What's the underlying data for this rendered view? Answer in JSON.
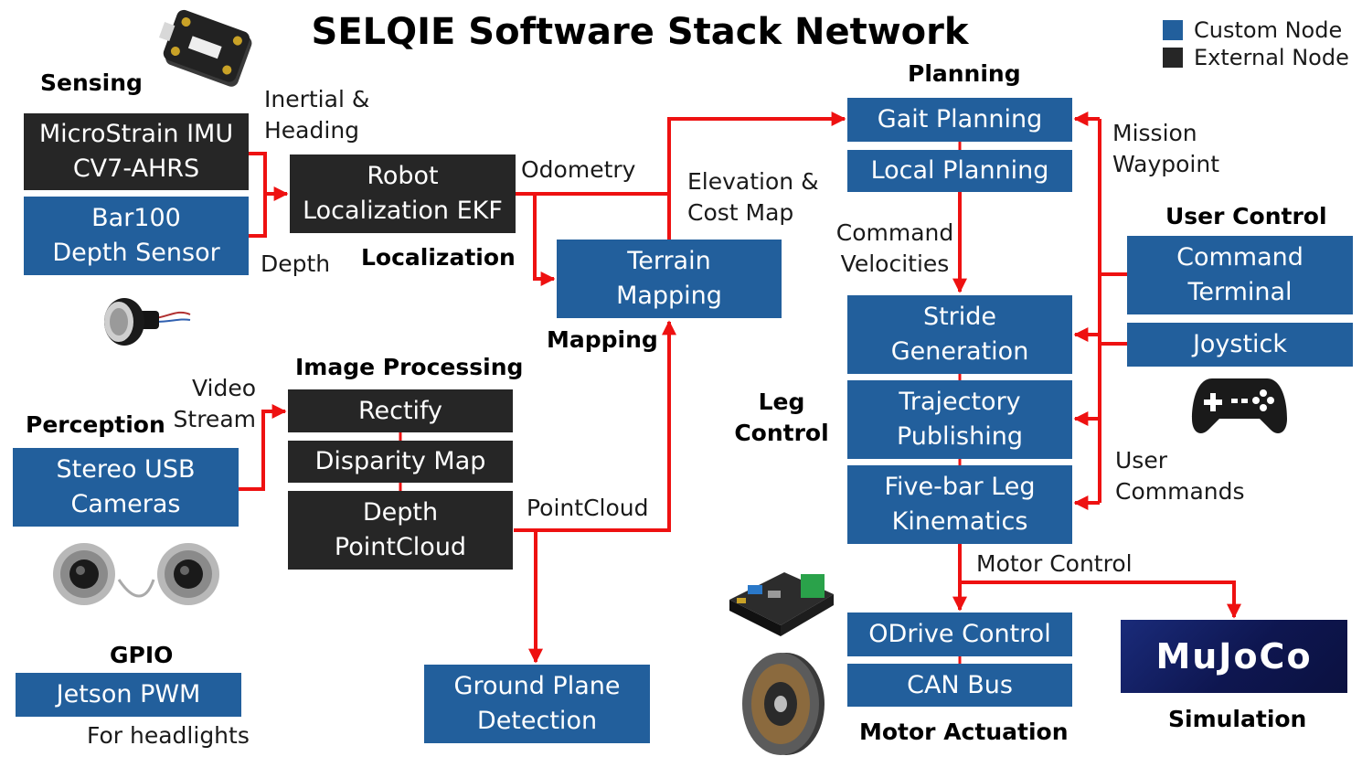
{
  "title": "SELQIE Software Stack Network",
  "legend": {
    "custom": {
      "label": "Custom Node",
      "color": "#225f9c"
    },
    "external": {
      "label": "External Node",
      "color": "#262626"
    }
  },
  "colors": {
    "arrow": "#ee1111"
  },
  "groups": {
    "sensing": "Sensing",
    "localization": "Localization",
    "perception": "Perception",
    "image_processing": "Image Processing",
    "mapping": "Mapping",
    "planning": "Planning",
    "user_control": "User Control",
    "leg_control": "Leg\nControl",
    "gpio": "GPIO",
    "motor_actuation": "Motor Actuation",
    "simulation": "Simulation"
  },
  "nodes": {
    "imu": "MicroStrain IMU\nCV7-AHRS",
    "depth_sensor": "Bar100\nDepth Sensor",
    "ekf": "Robot\nLocalization EKF",
    "stereo": "Stereo USB\nCameras",
    "rectify": "Rectify",
    "disparity": "Disparity Map",
    "pointcloud": "Depth\nPointCloud",
    "terrain": "Terrain\nMapping",
    "ground_plane": "Ground Plane\nDetection",
    "gait": "Gait Planning",
    "local_planning": "Local Planning",
    "command_terminal": "Command\nTerminal",
    "joystick": "Joystick",
    "stride": "Stride\nGeneration",
    "trajectory": "Trajectory\nPublishing",
    "fivebar": "Five-bar Leg\nKinematics",
    "jetson_pwm": "Jetson PWM",
    "odrive": "ODrive Control",
    "can_bus": "CAN Bus",
    "mujoco": "MuJoCo"
  },
  "edge_labels": {
    "inertial": "Inertial &\nHeading",
    "depth": "Depth",
    "odometry": "Odometry",
    "elevation": "Elevation &\nCost Map",
    "video": "Video\nStream",
    "pointcloud": "PointCloud",
    "mission": "Mission\nWaypoint",
    "command_vel": "Command\nVelocities",
    "user_commands": "User\nCommands",
    "motor_control": "Motor Control",
    "headlights": "For headlights"
  },
  "icons": [
    "imu-device-icon",
    "depth-sensor-icon",
    "stereo-camera-icon",
    "gamepad-icon",
    "odrive-board-icon",
    "motor-icon"
  ]
}
